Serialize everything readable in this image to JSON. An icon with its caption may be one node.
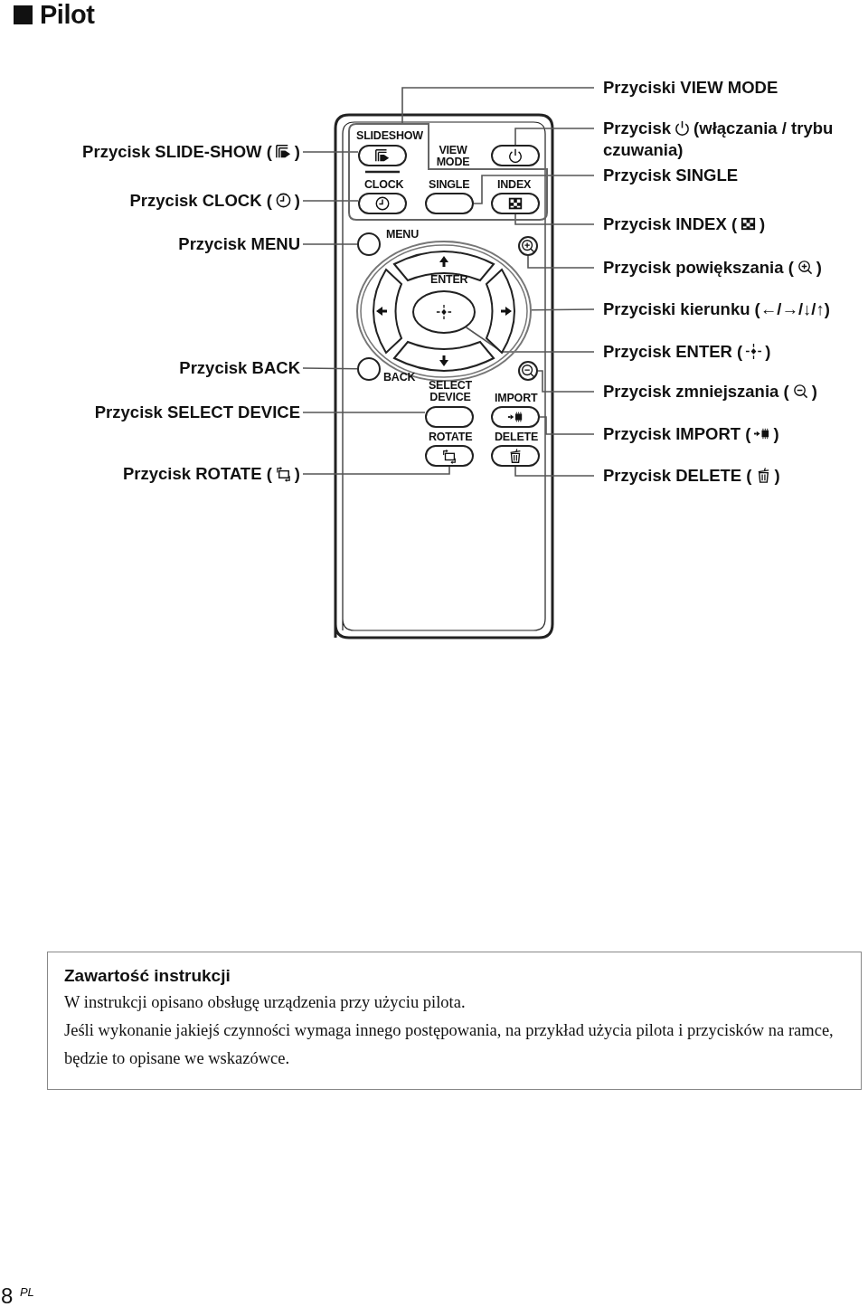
{
  "diagram": {
    "title": "Pilot",
    "nodes": [
      {
        "text": [
          "Przycisk SLIDE-SHOW (",
          ")"
        ]
      },
      {
        "text": [
          "Przycisk CLOCK (",
          ")"
        ]
      },
      {
        "text": [
          "Przycisk MENU"
        ]
      },
      {
        "text": [
          "Przycisk BACK"
        ]
      },
      {
        "text": [
          "Przycisk SELECT DEVICE"
        ]
      },
      {
        "text": [
          "Przycisk ROTATE (",
          ")"
        ]
      },
      {
        "text": [
          "Przyciski VIEW MODE"
        ]
      },
      {
        "text": [
          "Przycisk",
          "(włączania / trybu czuwania)"
        ]
      },
      {
        "text": [
          "Przycisk SINGLE"
        ]
      },
      {
        "text": [
          "Przycisk INDEX (",
          ")"
        ]
      },
      {
        "text": [
          "Przycisk powiększania (",
          ")"
        ]
      },
      {
        "text": [
          "Przyciski kierunku (←/→/↓/↑)"
        ]
      },
      {
        "text": [
          "Przycisk ENTER (",
          ")"
        ]
      },
      {
        "text": [
          "Przycisk zmniejszania (",
          ")"
        ]
      },
      {
        "text": [
          "Przycisk IMPORT (",
          ")"
        ]
      },
      {
        "text": [
          "Przycisk DELETE (",
          ")"
        ]
      },
      {
        "text": [],
        "shape": "box"
      },
      {
        "text": [],
        "shape": "button",
        "in": 16
      },
      {
        "text": [],
        "shape": "button"
      },
      {
        "text": [],
        "shape": "button",
        "in": 16
      },
      {
        "text": [],
        "shape": "button",
        "in": 16
      },
      {
        "text": [],
        "shape": "button",
        "in": 16
      },
      {
        "text": [],
        "shape": "circle"
      },
      {
        "text": [],
        "shape": "circle"
      },
      {
        "text": [],
        "shape": "ring"
      },
      {
        "text": [],
        "shape": "ellipse",
        "in": 24
      },
      {
        "text": [],
        "shape": "circle"
      },
      {
        "text": [],
        "shape": "circle"
      },
      {
        "text": [],
        "shape": "button"
      },
      {
        "text": [],
        "shape": "button"
      },
      {
        "text": [],
        "shape": "button"
      },
      {
        "text": [],
        "shape": "button"
      },
      {
        "text": [
          "Zawartość instrukcji",
          "W instrukcji opisano obsługę urządzenia przy użyciu pilota.",
          "Jeśli wykonanie jakiejś czynności wymaga innego postępowania, na przykład użycia pilota i przycisków na ramce, będzie to opisane we wskazówce."
        ]
      }
    ],
    "edges": [
      {
        "from": 0,
        "to": 17,
        "arrow": "none"
      },
      {
        "from": 1,
        "to": 19,
        "arrow": "none"
      },
      {
        "from": 2,
        "to": 22,
        "arrow": "none"
      },
      {
        "from": 3,
        "to": 26,
        "arrow": "none"
      },
      {
        "from": 4,
        "to": 28,
        "arrow": "none"
      },
      {
        "from": 5,
        "to": 30,
        "arrow": "none"
      },
      {
        "from": 6,
        "to": 16,
        "arrow": "none"
      },
      {
        "from": 7,
        "to": 18,
        "arrow": "none"
      },
      {
        "from": 8,
        "to": 20,
        "arrow": "none"
      },
      {
        "from": 9,
        "to": 21,
        "arrow": "none"
      },
      {
        "from": 10,
        "to": 23,
        "arrow": "none"
      },
      {
        "from": 11,
        "to": 24,
        "arrow": "none"
      },
      {
        "from": 12,
        "to": 25,
        "arrow": "none"
      },
      {
        "from": 13,
        "to": 27,
        "arrow": "none"
      },
      {
        "from": 14,
        "to": 29,
        "arrow": "none"
      },
      {
        "from": 15,
        "to": 31,
        "arrow": "none"
      }
    ],
    "labels": [
      "SLIDESHOW",
      "VIEW MODE",
      "CLOCK",
      "SINGLE",
      "INDEX",
      "MENU",
      "ENTER",
      "BACK",
      "SELECT DEVICE",
      "IMPORT",
      "ROTATE",
      "DELETE",
      "8",
      "PL"
    ]
  }
}
